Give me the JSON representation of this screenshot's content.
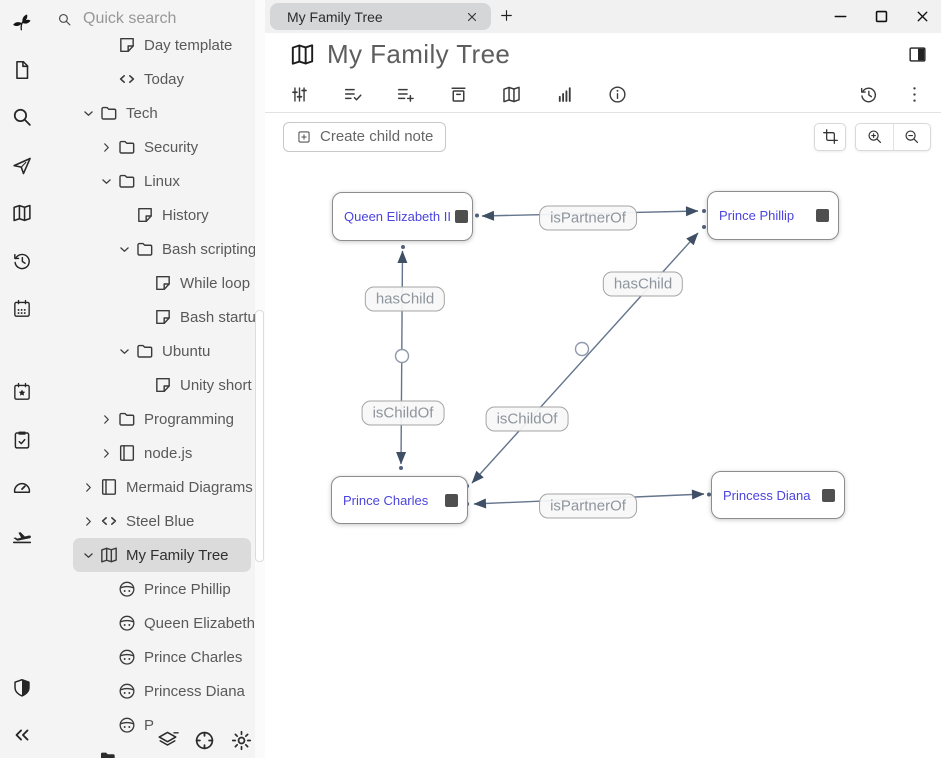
{
  "window": {
    "tab": {
      "title": "My Family Tree"
    },
    "new_tab_label": "+",
    "controls": [
      {
        "name": "minimize"
      },
      {
        "name": "maximize"
      },
      {
        "name": "close"
      }
    ]
  },
  "rail": {
    "items": [
      {
        "name": "trilium-logo",
        "icon": "logo"
      },
      {
        "name": "new-note",
        "icon": "file"
      },
      {
        "name": "search",
        "icon": "search"
      },
      {
        "name": "jump-to-note",
        "icon": "send"
      },
      {
        "name": "note-map",
        "icon": "map"
      },
      {
        "name": "recent-changes",
        "icon": "history"
      },
      {
        "name": "calendar",
        "icon": "calendar"
      },
      {
        "name": "bookmarked-notes",
        "icon": "calstar"
      },
      {
        "name": "task-list",
        "icon": "tasks"
      },
      {
        "name": "dashboard",
        "icon": "gauge"
      },
      {
        "name": "travel-notes",
        "icon": "plane"
      },
      {
        "name": "protected-session",
        "icon": "shield"
      },
      {
        "name": "collapse-tree",
        "icon": "collapse"
      }
    ]
  },
  "sidebar": {
    "search_placeholder": "Quick search",
    "tree": [
      {
        "label": "Day template",
        "icon": "note",
        "level": 2,
        "chevron": null
      },
      {
        "label": "Today",
        "icon": "code",
        "level": 2,
        "chevron": null
      },
      {
        "label": "Tech",
        "icon": "folder",
        "level": 1,
        "chevron": "down"
      },
      {
        "label": "Security",
        "icon": "folder",
        "level": 2,
        "chevron": "right"
      },
      {
        "label": "Linux",
        "icon": "folder",
        "level": 2,
        "chevron": "down"
      },
      {
        "label": "History",
        "icon": "note",
        "level": 3,
        "chevron": null
      },
      {
        "label": "Bash scripting",
        "icon": "folder",
        "level": 3,
        "chevron": "down"
      },
      {
        "label": "While loop",
        "icon": "note",
        "level": 4,
        "chevron": null
      },
      {
        "label": "Bash startu",
        "icon": "note",
        "level": 4,
        "chevron": null
      },
      {
        "label": "Ubuntu",
        "icon": "folder",
        "level": 3,
        "chevron": "down"
      },
      {
        "label": "Unity short",
        "icon": "note",
        "level": 4,
        "chevron": null
      },
      {
        "label": "Programming",
        "icon": "folder",
        "level": 2,
        "chevron": "right"
      },
      {
        "label": "node.js",
        "icon": "book",
        "level": 2,
        "chevron": "right"
      },
      {
        "label": "Mermaid Diagrams",
        "icon": "book",
        "level": 1,
        "chevron": "right"
      },
      {
        "label": "Steel Blue",
        "icon": "code",
        "level": 1,
        "chevron": "right"
      },
      {
        "label": "My Family Tree",
        "icon": "map",
        "level": 1,
        "chevron": "down",
        "selected": true
      },
      {
        "label": "Prince Phillip",
        "icon": "person",
        "level": 2,
        "chevron": null
      },
      {
        "label": "Queen Elizabeth",
        "icon": "person",
        "level": 2,
        "chevron": null
      },
      {
        "label": "Prince Charles",
        "icon": "person",
        "level": 2,
        "chevron": null
      },
      {
        "label": "Princess Diana",
        "icon": "person",
        "level": 2,
        "chevron": null
      },
      {
        "label": "P",
        "icon": "person",
        "level": 2,
        "chevron": null
      }
    ],
    "bottom_icons": [
      {
        "name": "layers",
        "icon": "layers"
      },
      {
        "name": "target",
        "icon": "target"
      },
      {
        "name": "settings",
        "icon": "gear"
      }
    ]
  },
  "header": {
    "title": "My Family Tree"
  },
  "ribbon": {
    "left": [
      {
        "icon": "sliders"
      },
      {
        "icon": "list-check"
      },
      {
        "icon": "list-plus"
      },
      {
        "icon": "archive"
      },
      {
        "icon": "map"
      },
      {
        "icon": "bar-chart"
      },
      {
        "icon": "info"
      }
    ],
    "right": [
      {
        "icon": "history"
      },
      {
        "icon": "kebab"
      }
    ]
  },
  "toolbar": {
    "create_child_note": "Create child note"
  },
  "map": {
    "nodes": [
      {
        "label": "Queen Elizabeth II"
      },
      {
        "label": "Prince Phillip"
      },
      {
        "label": "Prince Charles"
      },
      {
        "label": "Princess Diana"
      }
    ],
    "labels": [
      {
        "text": "isPartnerOf"
      },
      {
        "text": "hasChild"
      },
      {
        "text": "hasChild"
      },
      {
        "text": "isChildOf"
      },
      {
        "text": "isChildOf"
      },
      {
        "text": "isPartnerOf"
      }
    ]
  },
  "colors": {
    "node_link_text": "#4b44dd",
    "edge": "#64758c",
    "selected_row_bg": "#dbdbdc"
  }
}
